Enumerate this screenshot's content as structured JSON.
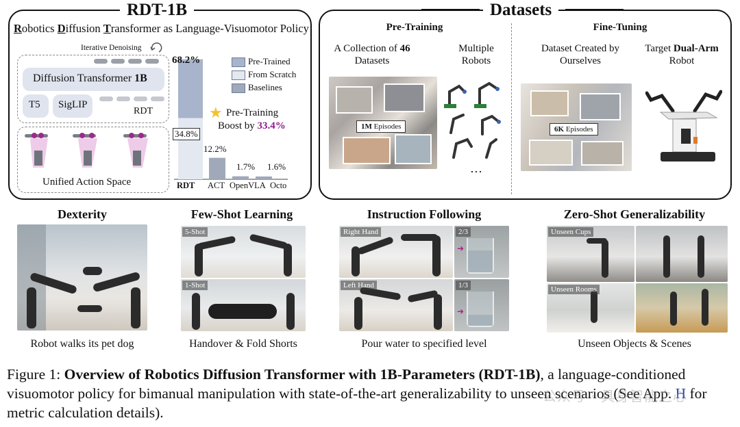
{
  "rdt_panel": {
    "title": "RDT-1B",
    "subtitle_parts": [
      "R",
      "obotics ",
      "D",
      "iffusion ",
      "T",
      "ransformer as Language-Visuomotor Policy"
    ],
    "iterative_label": "Iterative Denoising",
    "dit_label_prefix": "Diffusion Transformer ",
    "dit_label_bold": "1B",
    "t5_label": "T5",
    "siglip_label": "SigLIP",
    "rdt_tag": "RDT",
    "action_space_label": "Unified Action Space",
    "top_value_label": "68.2%",
    "inner_value_label": "34.8%",
    "legend": [
      {
        "label": "Pre-Trained",
        "color": "#a7b4cb"
      },
      {
        "label": "From Scratch",
        "color": "#e3e8f1"
      },
      {
        "label": "Baselines",
        "color": "#a0a9b9"
      }
    ],
    "boost_line1": "Pre-Training",
    "boost_line2_prefix": "Boost by ",
    "boost_value": "33.4%"
  },
  "chart_data": {
    "type": "bar",
    "categories": [
      "RDT",
      "ACT",
      "OpenVLA",
      "Octo"
    ],
    "series": [
      {
        "name": "Pre-Trained",
        "values": [
          68.2,
          null,
          null,
          null
        ]
      },
      {
        "name": "From Scratch",
        "values": [
          34.8,
          null,
          null,
          null
        ]
      },
      {
        "name": "Baselines",
        "values": [
          null,
          12.2,
          1.7,
          1.6
        ]
      }
    ],
    "value_labels": [
      "68.2%",
      "34.8%",
      "12.2%",
      "1.7%",
      "1.6%"
    ],
    "ylim": [
      0,
      70
    ],
    "legend_position": "top-right",
    "title": "",
    "xlabel": "",
    "ylabel": ""
  },
  "datasets_panel": {
    "title": "Datasets",
    "pretraining_head": "Pre-Training",
    "finetuning_head": "Fine-Tuning",
    "collection_line1_prefix": "A Collection of ",
    "collection_count": "46",
    "collection_line2": "Datasets",
    "multiple_line1": "Multiple",
    "multiple_line2": "Robots",
    "created_line1": "Dataset Created by",
    "created_line2": "Ourselves",
    "target_prefix": "Target ",
    "target_bold": "Dual-Arm",
    "target_line2": "Robot",
    "pre_episodes_bold": "1M",
    "pre_episodes_rest": " Episodes",
    "ft_episodes_bold": "6K",
    "ft_episodes_rest": " Episodes",
    "ellipsis": "…"
  },
  "bottom_sections": [
    {
      "title": "Dexterity",
      "caption": "Robot walks its pet dog"
    },
    {
      "title": "Few-Shot Learning",
      "caption": "Handover & Fold Shorts"
    },
    {
      "title": "Instruction Following",
      "caption": "Pour water to specified level"
    },
    {
      "title": "Zero-Shot Generalizability",
      "caption": "Unseen Objects & Scenes"
    }
  ],
  "photo_tags": {
    "five_shot": "5-Shot",
    "one_shot": "1-Shot",
    "right_hand": "Right Hand",
    "left_hand": "Left Hand",
    "two_thirds": "2/3",
    "one_third": "1/3",
    "unseen_cups": "Unseen Cups",
    "unseen_rooms": "Unseen Rooms"
  },
  "figure_caption": {
    "label": "Figure 1:  ",
    "bold": "Overview of Robotics Diffusion Transformer with 1B-Parameters (RDT-1B)",
    "rest1": ", a language-conditioned visuomotor policy for bimanual manipulation with state-of-the-art generalizability to unseen scenarios (See App. ",
    "link": "H",
    "rest2": " for metric calculation details).",
    "watermark": "公众号 · 具身智能之心"
  },
  "colors": {
    "accent_purple": "#8b1a8b",
    "link_blue": "#2a47b3",
    "star": "#f2c230"
  }
}
